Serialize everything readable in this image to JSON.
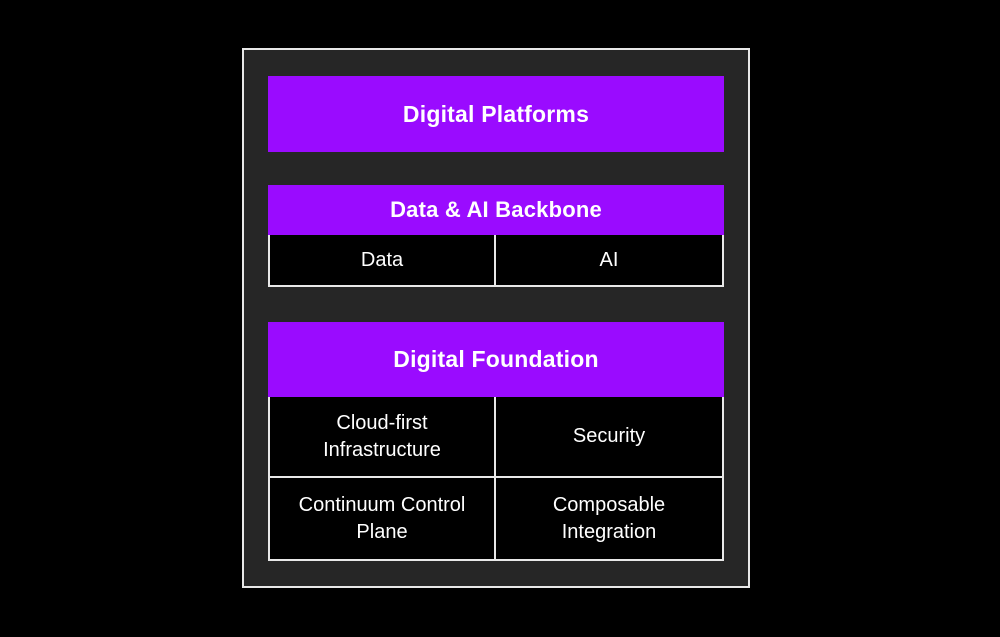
{
  "colors": {
    "background": "#000000",
    "frame_fill": "#262626",
    "frame_border": "#e8e8e8",
    "accent_purple": "#9a0bff",
    "cell_fill": "#000000",
    "text": "#ffffff"
  },
  "diagram": {
    "platforms": {
      "title": "Digital Platforms"
    },
    "backbone": {
      "title": "Data & AI Backbone",
      "cells": [
        "Data",
        "AI"
      ]
    },
    "foundation": {
      "title": "Digital Foundation",
      "cells": [
        "Cloud-first\nInfrastructure",
        "Security",
        "Continuum Control\nPlane",
        "Composable\nIntegration"
      ]
    }
  }
}
